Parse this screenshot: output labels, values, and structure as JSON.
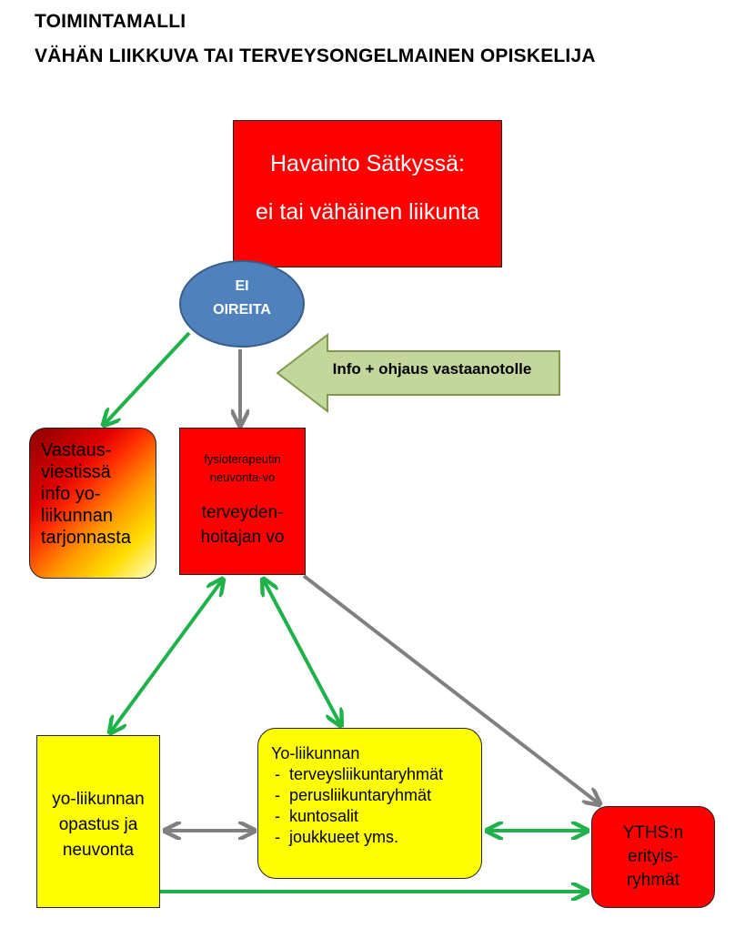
{
  "title": {
    "line1": "TOIMINTAMALLI",
    "line2": "VÄHÄN LIIKKUVA TAI TERVEYSONGELMAINEN OPISKELIJA"
  },
  "nodes": {
    "havainto": {
      "line1": "Havainto Sätkyssä:",
      "line2": "ei tai vähäinen liikunta",
      "color": "#ff0000"
    },
    "ei_oireita": {
      "line1": "EI",
      "line2": "OIREITA",
      "color": "#4f81bd"
    },
    "info_arrow": {
      "label": "Info + ohjaus vastaanotolle",
      "color": "#c3d69b"
    },
    "vastaus": {
      "lines": [
        "Vastaus-",
        "viestissä",
        "info yo-",
        "liikunnan",
        "tarjonnasta"
      ]
    },
    "fysio": {
      "small_lines": [
        "fysioterapeutin",
        "neuvonta-vo"
      ],
      "big_lines": [
        "terveyden-",
        "hoitajan vo"
      ],
      "color": "#ff0000"
    },
    "opastus": {
      "lines": [
        "yo-liikunnan",
        "opastus ja",
        "neuvonta"
      ],
      "color": "#ffff00"
    },
    "yo_liikunta": {
      "heading": "Yo-liikunnan",
      "items": [
        "terveysliikuntaryhmät",
        "perusliikuntaryhmät",
        "kuntosalit",
        "joukkueet yms."
      ],
      "color": "#ffff00"
    },
    "yths": {
      "lines": [
        "YTHS:n",
        "erityis-",
        "ryhmät"
      ],
      "color": "#ff0000"
    }
  },
  "colors": {
    "green_arrow": "#1fb14a",
    "gray_arrow": "#808080"
  }
}
